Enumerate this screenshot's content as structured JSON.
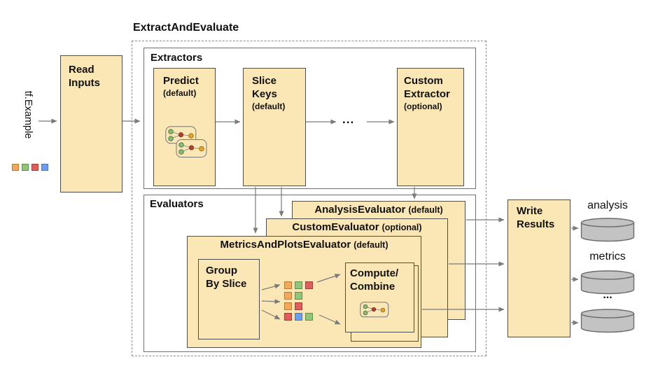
{
  "title": "ExtractAndEvaluate",
  "input": {
    "label": "tf.Example",
    "squares": [
      "orange",
      "green",
      "red",
      "blue"
    ]
  },
  "read_inputs": {
    "label": "Read Inputs"
  },
  "extractors": {
    "label": "Extractors",
    "ellipsis": "...",
    "items": [
      {
        "name": "Predict",
        "qualifier": "(default)"
      },
      {
        "name": "Slice Keys",
        "qualifier": "(default)"
      },
      {
        "name": "Custom Extractor",
        "qualifier": "(optional)"
      }
    ]
  },
  "evaluators": {
    "label": "Evaluators",
    "stack": [
      {
        "name": "AnalysisEvaluator",
        "qualifier": "(default)"
      },
      {
        "name": "CustomEvaluator",
        "qualifier": "(optional)"
      },
      {
        "name": "MetricsAndPlotsEvaluator",
        "qualifier": "(default)"
      }
    ],
    "group_by_slice": "Group By Slice",
    "compute_combine": "Compute/ Combine",
    "slice_grid": [
      [
        "orange",
        "green",
        "red"
      ],
      [
        "orange",
        "green"
      ],
      [
        "orange",
        "red"
      ],
      [
        "red",
        "blue",
        "green"
      ]
    ]
  },
  "write_results": {
    "label": "Write Results"
  },
  "outputs": [
    {
      "label": "analysis"
    },
    {
      "label": "metrics"
    },
    {
      "label": "..."
    }
  ],
  "colors": {
    "box_fill": "#fbe7b6",
    "box_border": "#4d4d4d",
    "container_border": "#707070",
    "dashed_border": "#8c8c8c",
    "arrow": "#7a7a7a",
    "cylinder_fill": "#c3c3c3",
    "cylinder_border": "#6b6b6b",
    "orange": "#f2a85c",
    "orange_border": "#b97a31",
    "green": "#93c47d",
    "green_border": "#5d8f49",
    "red": "#dd5e5a",
    "red_border": "#a33c38",
    "blue": "#6d9eeb",
    "blue_border": "#4a75c4",
    "node_green": "#8cb87a",
    "node_red": "#b8432c",
    "node_yellow": "#e2a42e"
  }
}
